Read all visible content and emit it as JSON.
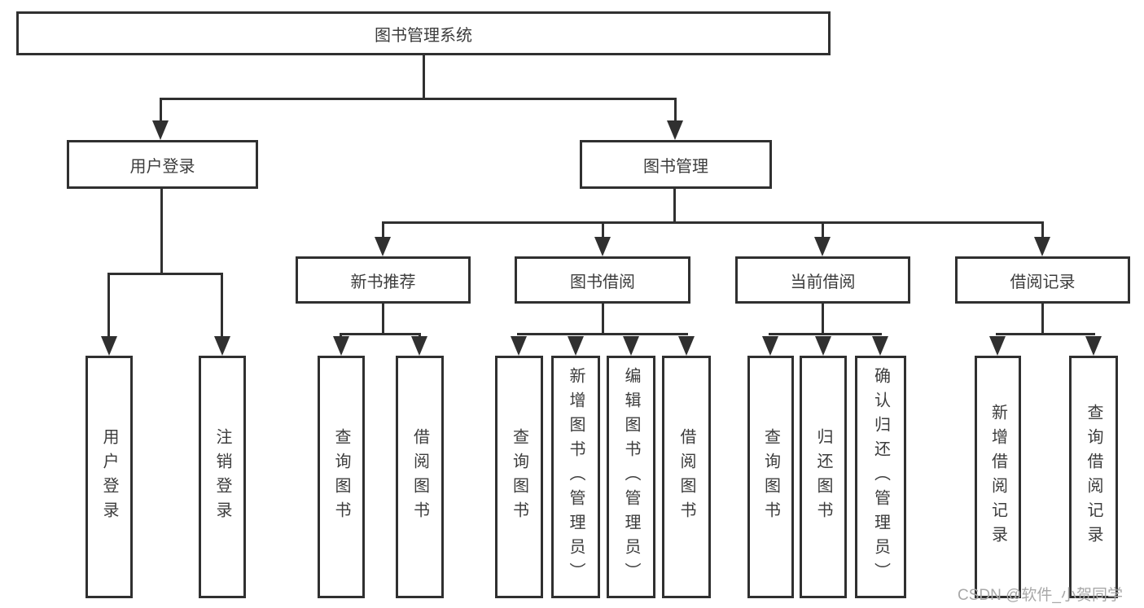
{
  "diagram": {
    "type": "hierarchy-tree",
    "tree": {
      "label": "图书管理系统",
      "children": [
        {
          "label": "用户登录",
          "children": [
            {
              "label": "用户登录"
            },
            {
              "label": "注销登录"
            }
          ]
        },
        {
          "label": "图书管理",
          "children": [
            {
              "label": "新书推荐",
              "children": [
                {
                  "label": "查询图书"
                },
                {
                  "label": "借阅图书"
                }
              ]
            },
            {
              "label": "图书借阅",
              "children": [
                {
                  "label": "查询图书"
                },
                {
                  "label": "新增图书（管理员）"
                },
                {
                  "label": "编辑图书（管理员）"
                },
                {
                  "label": "借阅图书"
                }
              ]
            },
            {
              "label": "当前借阅",
              "children": [
                {
                  "label": "查询图书"
                },
                {
                  "label": "归还图书"
                },
                {
                  "label": "确认归还（管理员）"
                }
              ]
            },
            {
              "label": "借阅记录",
              "children": [
                {
                  "label": "新增借阅记录"
                },
                {
                  "label": "查询借阅记录"
                }
              ]
            }
          ]
        }
      ]
    }
  },
  "watermark": {
    "text": "CSDN @软件_小贺同学"
  },
  "colors": {
    "line": "#303030",
    "text": "#3c3c3c",
    "background": "#ffffff",
    "watermark": "#a8a8a8"
  }
}
